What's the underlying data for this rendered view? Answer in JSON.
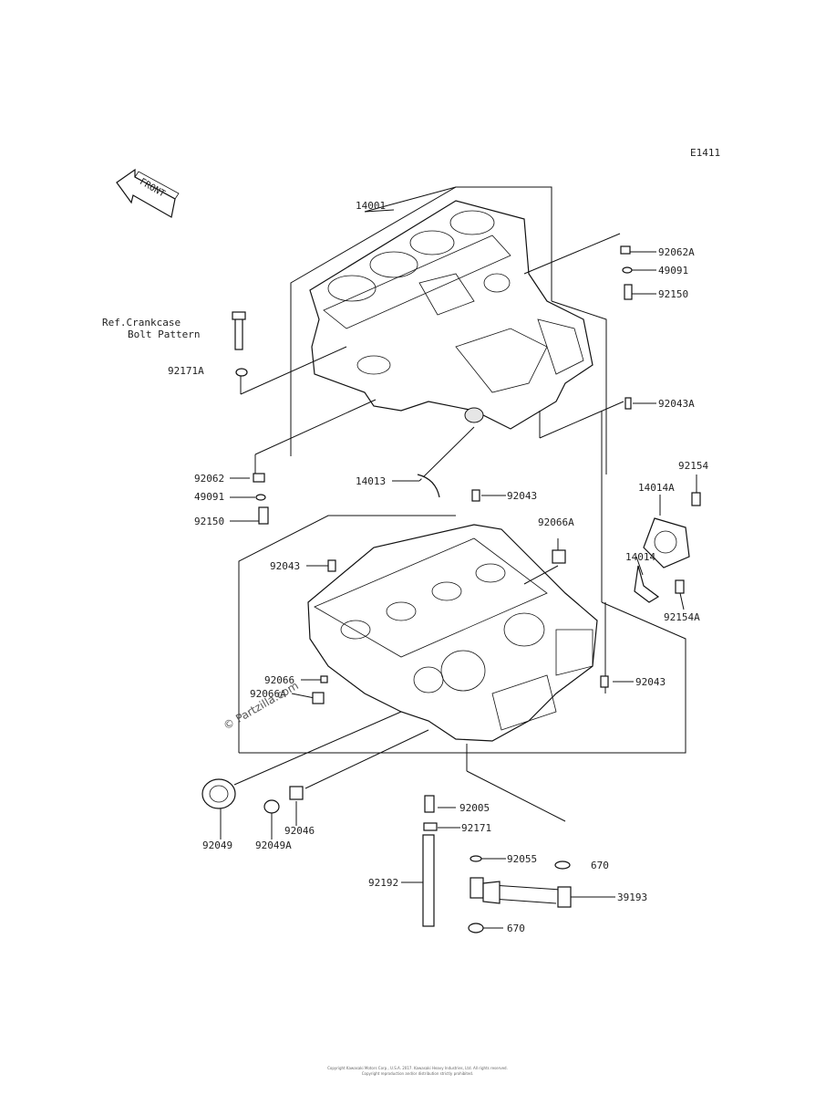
{
  "diagram": {
    "code": "E1411",
    "front_arrow": "FRONT",
    "note_line1": "Ref.Crankcase",
    "note_line2": "Bolt Pattern",
    "watermark": "© Partzilla.com",
    "footer_line1": "Copyright Kawasaki Motors Corp., U.S.A. 2017. Kawasaki Heavy Industries, Ltd. All rights reserved.",
    "footer_line2": "Copyright reproduction and/or distribution strictly prohibited.",
    "labels": {
      "p14001": "14001",
      "p92062A": "92062A",
      "p49091_top": "49091",
      "p92150_top": "92150",
      "p92171A": "92171A",
      "p92043A": "92043A",
      "p14013": "14013",
      "p92062": "92062",
      "p49091": "49091",
      "p92150": "92150",
      "p92043_a": "92043",
      "p92154": "92154",
      "p14014A": "14014A",
      "p92066A_r": "92066A",
      "p92043_b": "92043",
      "p14014": "14014",
      "p92154A": "92154A",
      "p92066": "92066",
      "p92066A": "92066A",
      "p92043_c": "92043",
      "p92049": "92049",
      "p92049A": "92049A",
      "p92046": "92046",
      "p92005": "92005",
      "p92171": "92171",
      "p92055": "92055",
      "p670_a": "670",
      "p92192": "92192",
      "p39193": "39193",
      "p670_b": "670"
    }
  }
}
